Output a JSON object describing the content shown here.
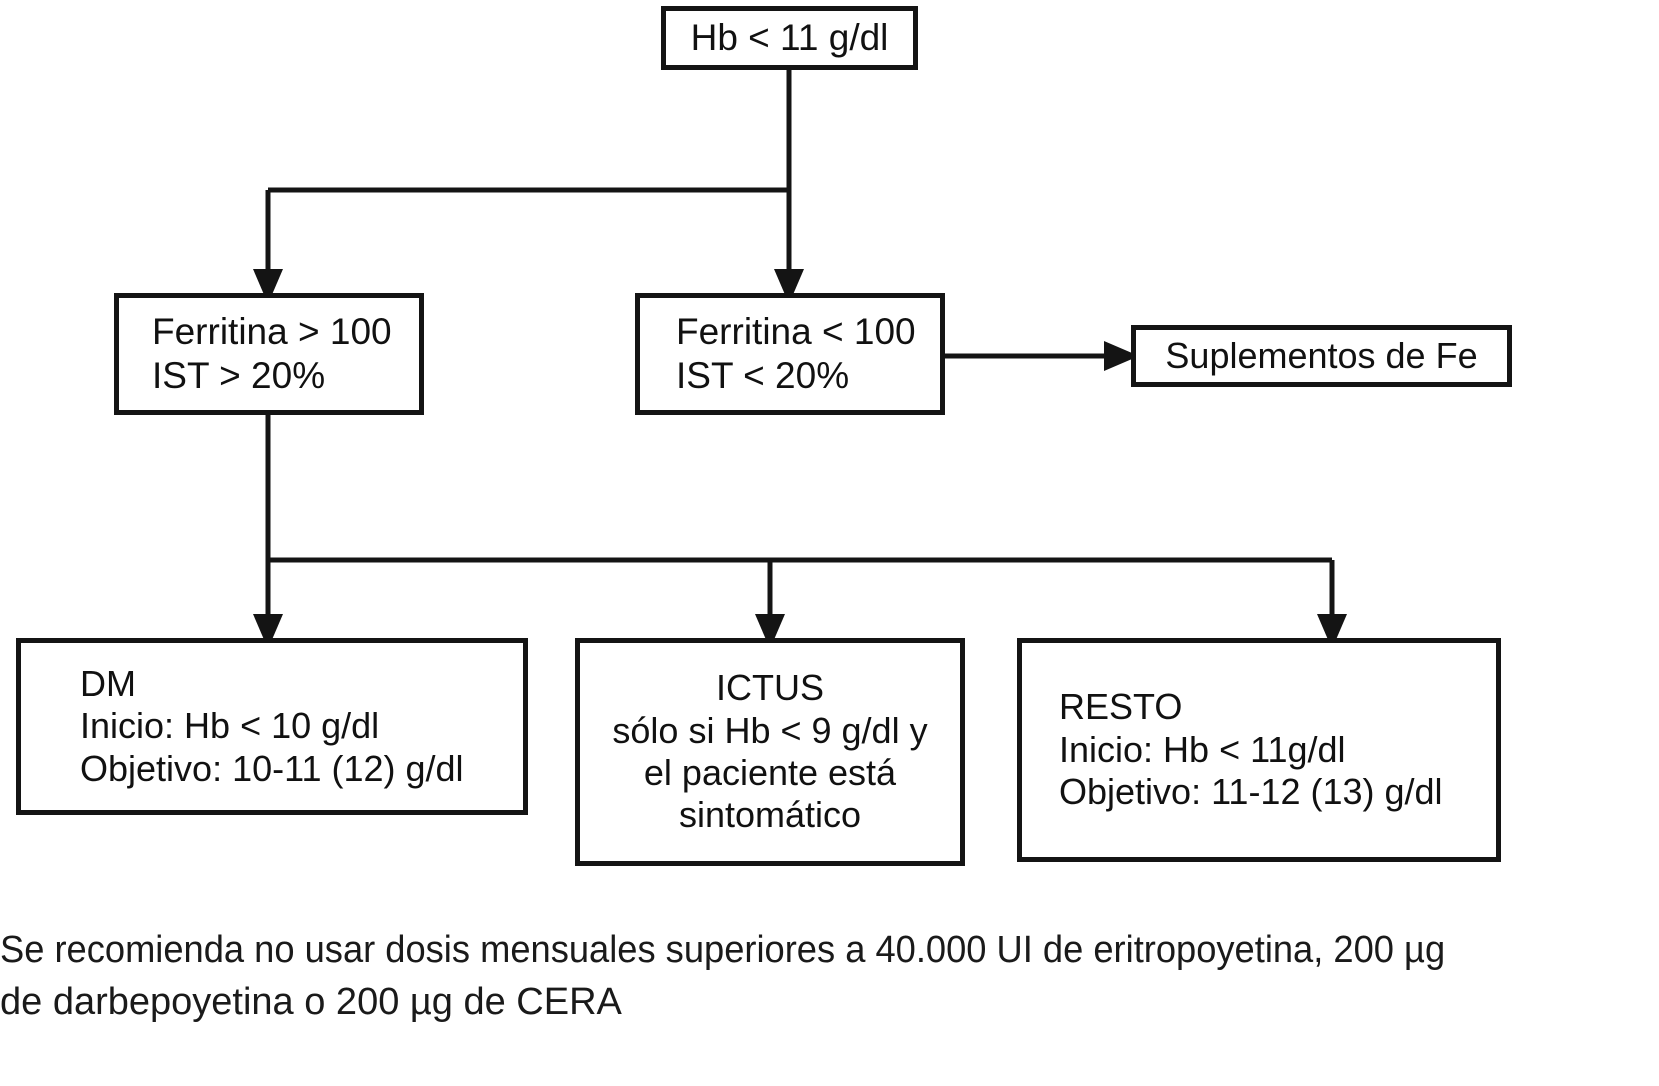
{
  "diagram": {
    "title_node": {
      "name": "hb-threshold",
      "lines": [
        "Hb < 11 g/dl"
      ]
    },
    "nodes": [
      {
        "id": "ferritina-alta",
        "lines": [
          "Ferritina > 100",
          "IST > 20%"
        ]
      },
      {
        "id": "ferritina-baja",
        "lines": [
          "Ferritina < 100",
          "IST < 20%"
        ]
      },
      {
        "id": "suplementos",
        "lines": [
          "Suplementos de Fe"
        ]
      },
      {
        "id": "dm",
        "lines": [
          "DM",
          "Inicio: Hb < 10 g/dl",
          "Objetivo: 10-11 (12) g/dl"
        ]
      },
      {
        "id": "ictus",
        "lines": [
          "ICTUS",
          "sólo si Hb < 9 g/dl y",
          "el paciente está",
          "sintomático"
        ]
      },
      {
        "id": "resto",
        "lines": [
          "RESTO",
          "Inicio: Hb < 11g/dl",
          "Objetivo: 11-12 (13) g/dl"
        ]
      }
    ],
    "caption": {
      "line1": "Se recomienda no usar dosis mensuales superiores a 40.000 UI de eritropoyetina, 200 µg",
      "line2": "de darbepoyetina o 200 µg de CERA"
    },
    "colors": {
      "stroke": "#141414",
      "text": "#111111",
      "background": "#ffffff"
    }
  }
}
